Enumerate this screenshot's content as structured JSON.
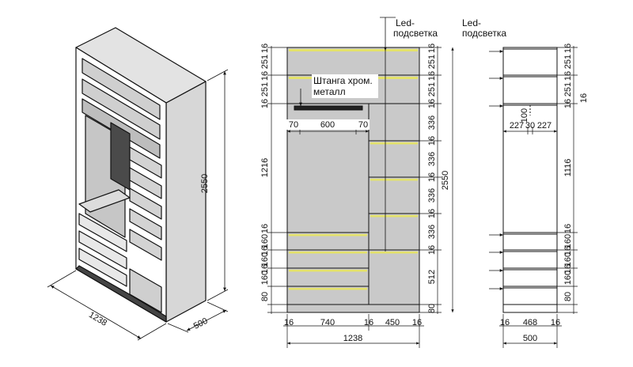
{
  "iso": {
    "height": "2550",
    "width": "1238",
    "depth": "500"
  },
  "front": {
    "led_label_1": "Led-",
    "led_label_2": "подсветка",
    "rod_label_1": "Штанга хром.",
    "rod_label_2": "металл",
    "total_height": "2550",
    "total_width": "1238",
    "left_dims": [
      "16",
      "251",
      "16",
      "251",
      "16",
      "1216",
      "16",
      "160",
      "16",
      "160",
      "16",
      "160",
      "80"
    ],
    "right_dims": [
      "16",
      "251",
      "16",
      "251",
      "16",
      "336",
      "16",
      "336",
      "16",
      "336",
      "16",
      "336",
      "16",
      "512",
      "80"
    ],
    "rod_dims": [
      "70",
      "600",
      "70"
    ],
    "bottom_dims": [
      "16",
      "740",
      "16",
      "450",
      "16"
    ]
  },
  "side": {
    "led_label_1": "Led-",
    "led_label_2": "подсветка",
    "right_dims": [
      "16",
      "251",
      "16",
      "251",
      "16",
      "1116",
      "16",
      "160",
      "16",
      "160",
      "16",
      "160",
      "80"
    ],
    "hinge_dims": [
      "227",
      "30",
      "227"
    ],
    "hinge_vertical": "100",
    "side_extra": "16",
    "bottom_dims": [
      "16",
      "468",
      "16"
    ],
    "depth": "500"
  },
  "colors": {
    "panel_fill": "#c9c9c9",
    "side_fill": "#d5d5d5",
    "dark_fill": "#555555",
    "led": "#e4e26a",
    "line": "#111111"
  }
}
